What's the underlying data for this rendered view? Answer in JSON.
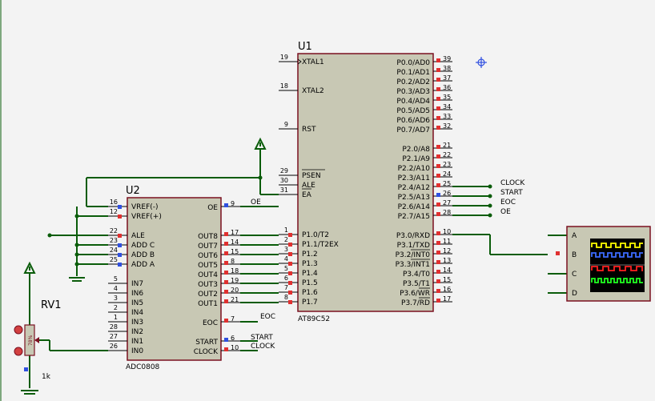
{
  "colors": {
    "background": "#f3f3f3",
    "chip_fill": "#c8c8b4",
    "chip_stroke": "#7a1020",
    "wire": "#0a5c0a",
    "pin_text": "#000000",
    "pin_square_red": "#e03030",
    "pin_square_blue": "#3050e0",
    "scope_screen": "#000000",
    "trace_colors": [
      "#ffff00",
      "#3c6cff",
      "#ff2020",
      "#20ff20"
    ]
  },
  "u1": {
    "ref": "U1",
    "part": "AT89C52",
    "left_pins": [
      {
        "num": "19",
        "name": "XTAL1"
      },
      {
        "num": "18",
        "name": "XTAL2"
      },
      {
        "num": "9",
        "name": "RST"
      },
      {
        "num": "29",
        "name": "PSEN"
      },
      {
        "num": "30",
        "name": "ALE"
      },
      {
        "num": "31",
        "name": "EA"
      },
      {
        "num": "1",
        "name": "P1.0/T2"
      },
      {
        "num": "2",
        "name": "P1.1/T2EX"
      },
      {
        "num": "3",
        "name": "P1.2"
      },
      {
        "num": "4",
        "name": "P1.3"
      },
      {
        "num": "5",
        "name": "P1.4"
      },
      {
        "num": "6",
        "name": "P1.5"
      },
      {
        "num": "7",
        "name": "P1.6"
      },
      {
        "num": "8",
        "name": "P1.7"
      }
    ],
    "right_pins": [
      {
        "num": "39",
        "name": "P0.0/AD0"
      },
      {
        "num": "38",
        "name": "P0.1/AD1"
      },
      {
        "num": "37",
        "name": "P0.2/AD2"
      },
      {
        "num": "36",
        "name": "P0.3/AD3"
      },
      {
        "num": "35",
        "name": "P0.4/AD4"
      },
      {
        "num": "34",
        "name": "P0.5/AD5"
      },
      {
        "num": "33",
        "name": "P0.6/AD6"
      },
      {
        "num": "32",
        "name": "P0.7/AD7"
      },
      {
        "num": "21",
        "name": "P2.0/A8"
      },
      {
        "num": "22",
        "name": "P2.1/A9"
      },
      {
        "num": "23",
        "name": "P2.2/A10"
      },
      {
        "num": "24",
        "name": "P2.3/A11"
      },
      {
        "num": "25",
        "name": "P2.4/A12"
      },
      {
        "num": "26",
        "name": "P2.5/A13"
      },
      {
        "num": "27",
        "name": "P2.6/A14"
      },
      {
        "num": "28",
        "name": "P2.7/A15"
      },
      {
        "num": "10",
        "name": "P3.0/RXD"
      },
      {
        "num": "11",
        "name": "P3.1/TXD"
      },
      {
        "num": "12",
        "name": "P3.2/INT0"
      },
      {
        "num": "13",
        "name": "P3.3/INT1"
      },
      {
        "num": "14",
        "name": "P3.4/T0"
      },
      {
        "num": "15",
        "name": "P3.5/T1"
      },
      {
        "num": "16",
        "name": "P3.6/WR"
      },
      {
        "num": "17",
        "name": "P3.7/RD"
      }
    ]
  },
  "u2": {
    "ref": "U2",
    "part": "ADC0808",
    "left_pins": [
      {
        "num": "16",
        "name": "VREF(-)"
      },
      {
        "num": "12",
        "name": "VREF(+)"
      },
      {
        "num": "22",
        "name": "ALE"
      },
      {
        "num": "23",
        "name": "ADD C"
      },
      {
        "num": "24",
        "name": "ADD B"
      },
      {
        "num": "25",
        "name": "ADD A"
      },
      {
        "num": "5",
        "name": "IN7"
      },
      {
        "num": "4",
        "name": "IN6"
      },
      {
        "num": "3",
        "name": "IN5"
      },
      {
        "num": "2",
        "name": "IN4"
      },
      {
        "num": "1",
        "name": "IN3"
      },
      {
        "num": "28",
        "name": "IN2"
      },
      {
        "num": "27",
        "name": "IN1"
      },
      {
        "num": "26",
        "name": "IN0"
      }
    ],
    "right_pins": [
      {
        "num": "9",
        "name": "OE"
      },
      {
        "num": "17",
        "name": "OUT8"
      },
      {
        "num": "14",
        "name": "OUT7"
      },
      {
        "num": "15",
        "name": "OUT6"
      },
      {
        "num": "8",
        "name": "OUT5"
      },
      {
        "num": "18",
        "name": "OUT4"
      },
      {
        "num": "19",
        "name": "OUT3"
      },
      {
        "num": "20",
        "name": "OUT2"
      },
      {
        "num": "21",
        "name": "OUT1"
      },
      {
        "num": "7",
        "name": "EOC"
      },
      {
        "num": "6",
        "name": "START"
      },
      {
        "num": "10",
        "name": "CLOCK"
      }
    ]
  },
  "rv1": {
    "ref": "RV1",
    "value": "1k",
    "wiper_percent": "78%"
  },
  "net_labels": {
    "u1_clock": "CLOCK",
    "u1_start": "START",
    "u1_eoc": "EOC",
    "u1_oe": "OE",
    "u2_oe": "OE",
    "u2_eoc": "EOC",
    "u2_start": "START",
    "u2_clock": "CLOCK"
  },
  "scope": {
    "channels": [
      "A",
      "B",
      "C",
      "D"
    ]
  }
}
